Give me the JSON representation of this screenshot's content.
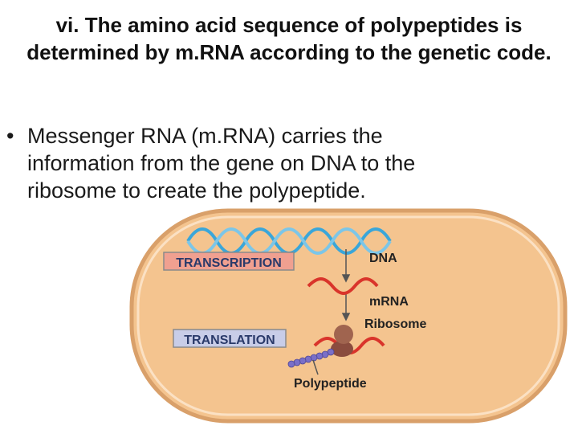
{
  "slide": {
    "title_line1": "vi.  The amino acid sequence of polypeptides is",
    "title_line2": "determined by m.RNA according to the genetic code.",
    "bullet_glyph": "•",
    "bullet_text": "Messenger RNA (m.RNA) carries the information from the gene on DNA to the ribosome to create the polypeptide."
  },
  "figure": {
    "transcription_label": "TRANSCRIPTION",
    "translation_label": "TRANSLATION",
    "dna_label": "DNA",
    "mrna_label": "mRNA",
    "ribosome_label": "Ribosome",
    "polypeptide_label": "Polypeptide",
    "colors": {
      "cell_fill": "#f4c48f",
      "cell_border": "#d9a06a",
      "dna_strand": "#3aa6d9",
      "mrna_strand": "#d9342b",
      "ribosome": "#9a5a4a",
      "polypeptide": "#7a6fc8",
      "transcription_box": "#f0a090",
      "translation_box": "#c8cde8"
    }
  }
}
